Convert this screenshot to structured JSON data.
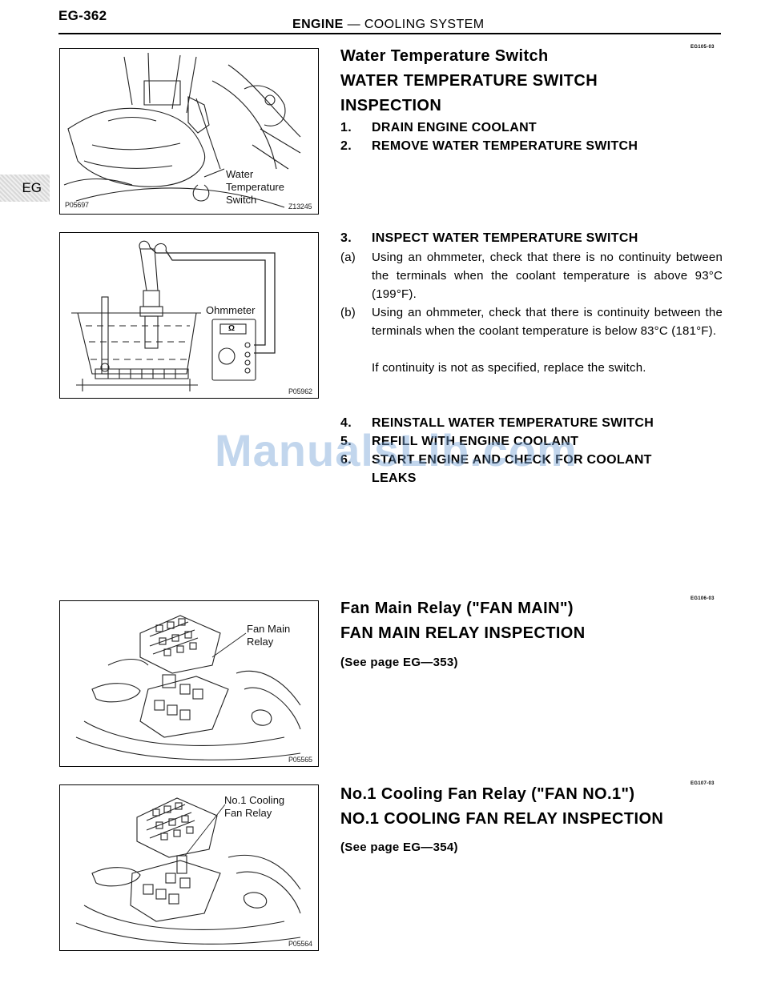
{
  "header": {
    "page_number": "EG-362",
    "title_bold": "ENGINE",
    "title_rest": " — COOLING SYSTEM",
    "side_tab": "EG"
  },
  "watermark": "ManualsLib.com",
  "figures": [
    {
      "labels": [
        "Water",
        "Temperature",
        "Switch"
      ],
      "code_left": "P05697",
      "code_right": "Z13245"
    },
    {
      "label": "Ohmmeter",
      "meter_symbol": "Ω",
      "code": "P05962"
    },
    {
      "labels": [
        "Fan Main",
        "Relay"
      ],
      "code": "P05565"
    },
    {
      "labels": [
        "No.1 Cooling",
        "Fan Relay"
      ],
      "code": "P05564"
    }
  ],
  "section1": {
    "ref": "EG105-03",
    "title_lines": [
      "Water Temperature Switch",
      "WATER TEMPERATURE SWITCH",
      "INSPECTION"
    ],
    "steps_a": [
      {
        "num": "1.",
        "text": "DRAIN ENGINE COOLANT"
      },
      {
        "num": "2.",
        "text": "REMOVE WATER TEMPERATURE SWITCH"
      }
    ],
    "step3": {
      "num": "3.",
      "text": "INSPECT WATER TEMPERATURE SWITCH"
    },
    "subs": [
      {
        "label": "(a)",
        "text": "Using an ohmmeter, check that there is no continuity between the terminals when the coolant temperature is above 93°C (199°F)."
      },
      {
        "label": "(b)",
        "text": "Using an ohmmeter, check that there is continuity between the terminals when the coolant temperature is below 83°C (181°F)."
      }
    ],
    "note": "If continuity is not as specified, replace the switch.",
    "steps_b": [
      {
        "num": "4.",
        "text": "REINSTALL WATER TEMPERATURE SWITCH"
      },
      {
        "num": "5.",
        "text": "REFILL WITH ENGINE COOLANT"
      },
      {
        "num": "6.",
        "text": "START ENGINE AND CHECK FOR COOLANT"
      }
    ],
    "step6_cont": "LEAKS"
  },
  "section2": {
    "ref": "EG106-03",
    "title_lines": [
      "Fan Main Relay (\"FAN MAIN\")",
      "FAN MAIN RELAY INSPECTION"
    ],
    "see": "(See page EG—353)"
  },
  "section3": {
    "ref": "EG107-03",
    "title_lines": [
      "No.1 Cooling Fan Relay (\"FAN NO.1\")",
      "NO.1 COOLING FAN RELAY INSPECTION"
    ],
    "see": "(See page EG—354)"
  }
}
